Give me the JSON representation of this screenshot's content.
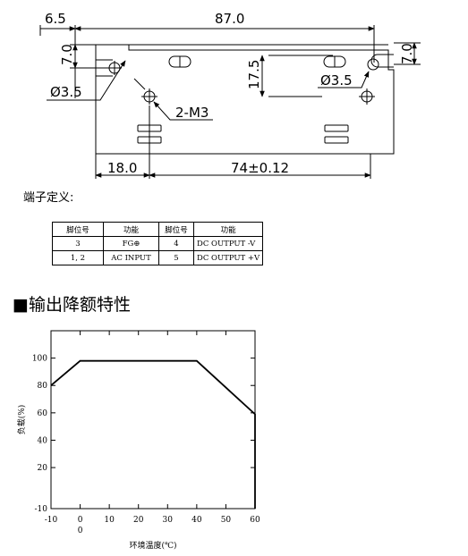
{
  "drawing": {
    "dim_6_5": "6.5",
    "dim_87_0": "87.0",
    "dim_7_0_left": "7.0",
    "dim_7_0_right": "7.0",
    "dim_17_5": "17.5",
    "hole_left": "Ø3.5",
    "hole_right": "Ø3.5",
    "screw": "2-M3",
    "dim_18_0": "18.0",
    "dim_74": "74±0.12"
  },
  "terminal": {
    "heading": "端子定义:",
    "headers": [
      "脚位号",
      "功能",
      "脚位号",
      "功能"
    ],
    "rows": [
      [
        "3",
        "FG⊕",
        "4",
        "DC OUTPUT -V"
      ],
      [
        "1, 2",
        "AC INPUT",
        "5",
        "DC OUTPUT +V"
      ]
    ]
  },
  "derating": {
    "heading": "■输出降额特性"
  },
  "chart_data": {
    "type": "line",
    "title": "",
    "xlabel": "环境温度(℃)",
    "ylabel": "负载(%)",
    "xlim": [
      -10,
      60
    ],
    "ylim": [
      -10,
      120
    ],
    "x_ticks": [
      "-10",
      "0",
      "10",
      "20",
      "30",
      "40",
      "50",
      "60"
    ],
    "x_extra_label": "0",
    "y_ticks": [
      "-10",
      "20",
      "40",
      "60",
      "80",
      "100"
    ],
    "series": [
      {
        "x": [
          -10,
          0,
          40,
          60,
          60
        ],
        "y": [
          80,
          98,
          98,
          59,
          -10
        ]
      }
    ]
  }
}
